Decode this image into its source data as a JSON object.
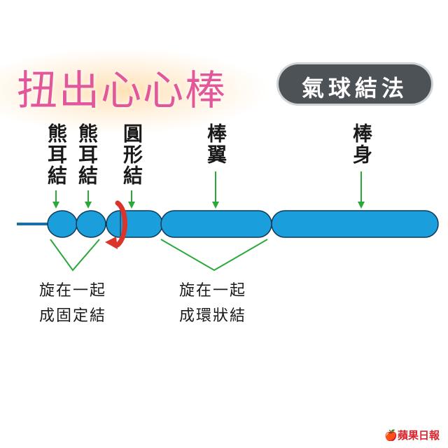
{
  "title": "扭出心心棒",
  "badge": "氣球結法",
  "labels": {
    "bear_ear_1": "熊耳結",
    "bear_ear_2": "熊耳結",
    "round": "圓形結",
    "wing": "棒翼",
    "body": "棒身"
  },
  "notes": {
    "left_line1": "旋在一起",
    "left_line2": "成固定結",
    "right_line1": "旋在一起",
    "right_line2": "成環狀結"
  },
  "logo": "蘋果日報",
  "colors": {
    "balloon": "#1b9fdc",
    "arrow": "#2aa83a",
    "twist": "#d9352c",
    "title": "#e2569a"
  }
}
